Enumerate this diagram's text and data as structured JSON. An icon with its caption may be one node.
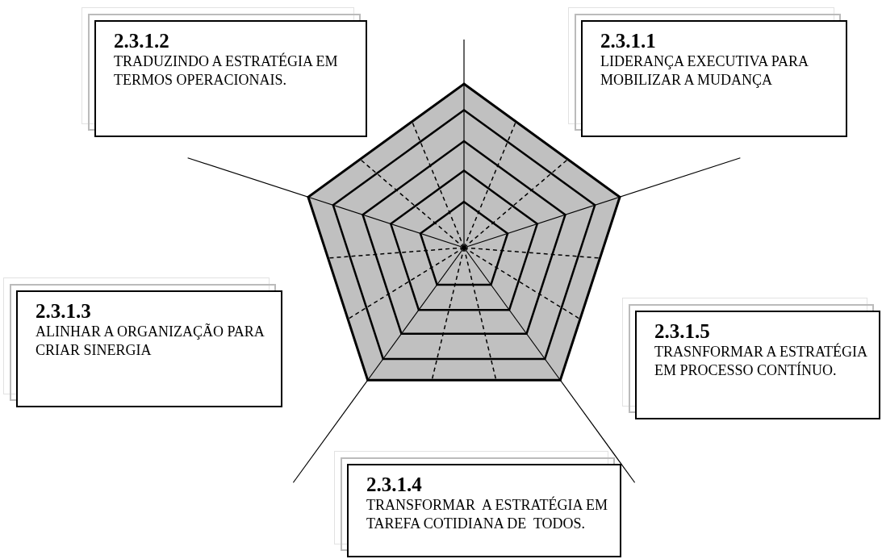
{
  "diagram": {
    "nodes": [
      {
        "text": [
          "2.3.1.2",
          "TRADUZINDO A ESTRATÉGIA EM TERMOS OPERACIONAIS."
        ]
      },
      {
        "text": [
          "2.3.1.1",
          "LIDERANÇA EXECUTIVA PARA MOBILIZAR A MUDANÇA"
        ]
      },
      {
        "text": [
          "2.3.1.3",
          "ALINHAR A ORGANIZAÇÃO PARA CRIAR SINERGIA"
        ]
      },
      {
        "text": [
          "2.3.1.5",
          "TRASNFORMAR A ESTRATÉGIA EM PROCESSO CONTÍNUO."
        ]
      },
      {
        "text": [
          "2.3.1.4",
          "TRANSFORMAR  A ESTRATÉGIA EM TAREFA COTIDIANA DE  TODOS."
        ]
      }
    ]
  }
}
